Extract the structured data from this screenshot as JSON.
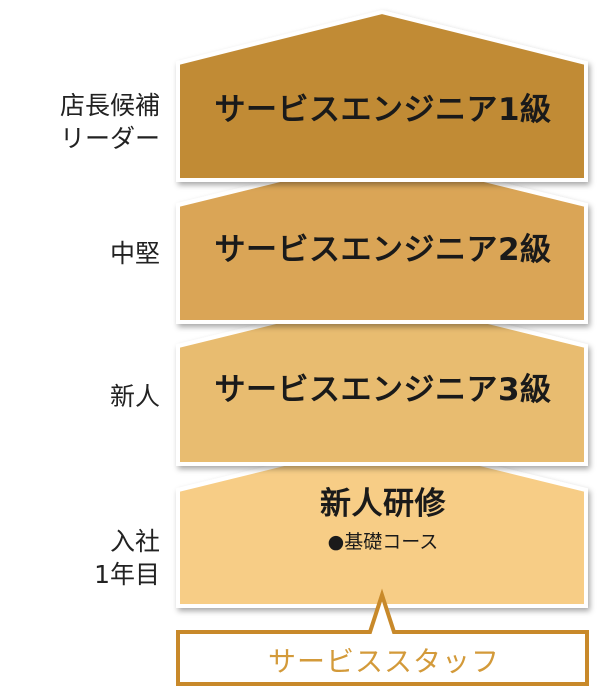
{
  "levels": [
    {
      "side_lines": [
        "店長候補",
        "リーダー"
      ],
      "title": "サービスエンジニア1級",
      "color": "#c18b36"
    },
    {
      "side_lines": [
        "中堅"
      ],
      "title": "サービスエンジニア2級",
      "color": "#daa556"
    },
    {
      "side_lines": [
        "新人"
      ],
      "title": "サービスエンジニア3級",
      "color": "#e8bc6f"
    },
    {
      "side_lines": [
        "入社",
        "1年目"
      ],
      "title": "新人研修",
      "subtitle": "●基礎コース",
      "color": "#f7cd86"
    }
  ],
  "base": {
    "label": "サービススタッフ",
    "border_color": "#c8892a",
    "text_color": "#d39a3a"
  },
  "colors": {
    "outline": "#ffffff",
    "background": "#ffffff"
  }
}
